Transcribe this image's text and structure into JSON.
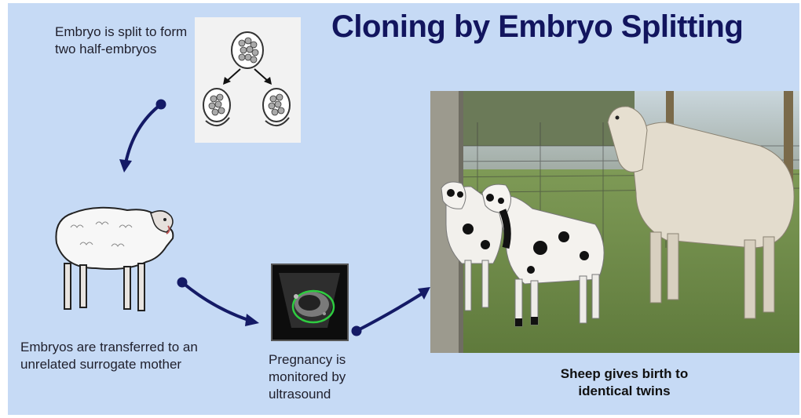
{
  "title": "Cloning by Embryo Splitting",
  "captions": {
    "split_line1": "Embryo is split to form",
    "split_line2": "two half-embryos",
    "transfer_line1": "Embryos are transferred to an",
    "transfer_line2": "unrelated surrogate mother",
    "pregnancy_line1": "Pregnancy is",
    "pregnancy_line2": "monitored by",
    "pregnancy_line3": "ultrasound",
    "birth_line1": "Sheep gives birth to",
    "birth_line2": "identical twins"
  },
  "colors": {
    "background": "#c6daf5",
    "title": "#12155e",
    "arrow": "#141a66"
  },
  "icons": [
    "embryo-split-diagram",
    "surrogate-sheep-illustration",
    "ultrasound-image",
    "sheep-with-twins-photo"
  ]
}
